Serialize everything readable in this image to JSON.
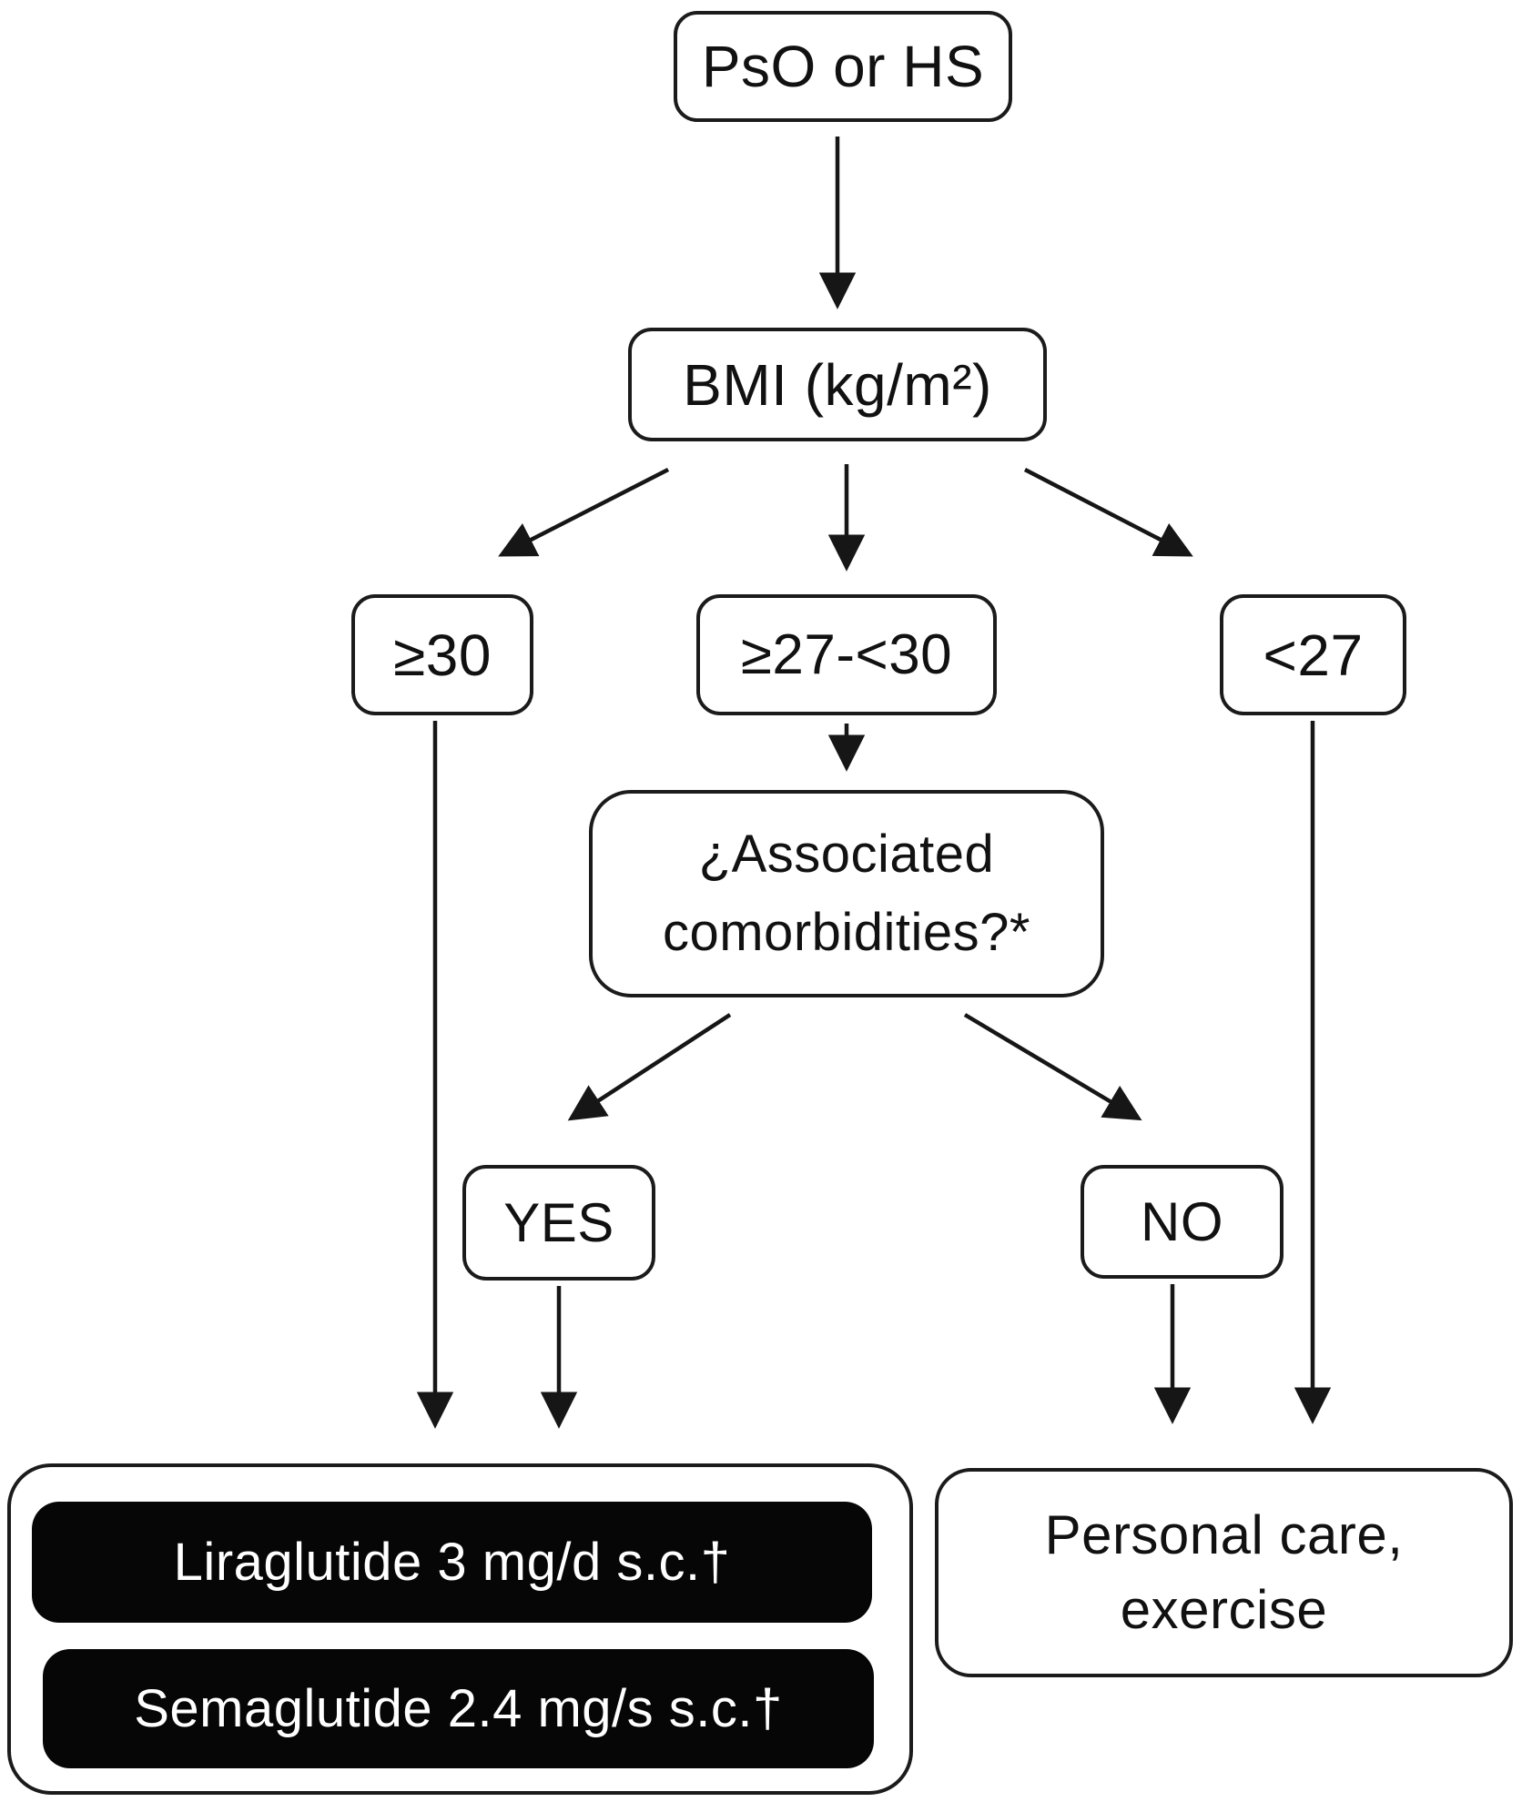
{
  "colors": {
    "background": "#ffffff",
    "box_border": "#1b1b1b",
    "box_fill": "#ffffff",
    "arrow": "#161616",
    "pill_fill": "#060606",
    "pill_text": "#ffffff",
    "text": "#111111"
  },
  "nodes": {
    "root": {
      "label": "PsO or HS"
    },
    "bmi": {
      "label": "BMI (kg/m²)"
    },
    "bmi_ge30": {
      "label": "≥30"
    },
    "bmi_27_30": {
      "label": "≥27-<30"
    },
    "bmi_lt27": {
      "label": "<27"
    },
    "comorbidities": {
      "lines": [
        "¿Associated",
        "comorbidities?*"
      ]
    },
    "yes": {
      "label": "YES"
    },
    "no": {
      "label": "NO"
    },
    "treatment": {
      "options": [
        "Liraglutide 3 mg/d s.c.†",
        "Semaglutide 2.4 mg/s s.c.†"
      ]
    },
    "personal_care": {
      "lines": [
        "Personal care,",
        "exercise"
      ]
    }
  }
}
